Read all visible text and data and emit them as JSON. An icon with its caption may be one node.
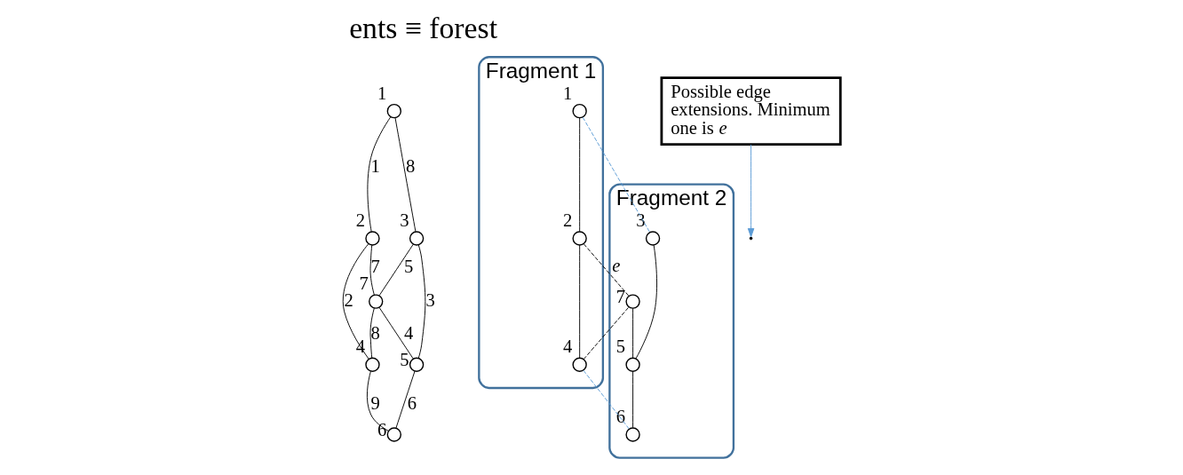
{
  "diagram": {
    "title": "ents ≡ forest",
    "nodes": [
      {
        "text": [],
        "shape": "circle",
        "beside": [
          "1"
        ]
      },
      {
        "text": [],
        "shape": "circle",
        "beside": [
          "2"
        ]
      },
      {
        "text": [],
        "shape": "circle",
        "beside": [
          "3"
        ]
      },
      {
        "text": [],
        "shape": "circle",
        "beside": [
          "7"
        ]
      },
      {
        "text": [],
        "shape": "circle",
        "beside": [
          "4"
        ]
      },
      {
        "text": [],
        "shape": "circle",
        "beside": [
          "5"
        ]
      },
      {
        "text": [],
        "shape": "circle",
        "beside": [
          "6"
        ]
      },
      {
        "text": [
          "Fragment 1"
        ]
      },
      {
        "text": [],
        "shape": "circle",
        "beside": [
          "1"
        ],
        "in": 7
      },
      {
        "text": [],
        "shape": "circle",
        "beside": [
          "2"
        ],
        "in": 7
      },
      {
        "text": [],
        "shape": "circle",
        "beside": [
          "4"
        ],
        "in": 7
      },
      {
        "text": [
          "Fragment 2"
        ]
      },
      {
        "text": [],
        "shape": "circle",
        "beside": [
          "3"
        ],
        "in": 11
      },
      {
        "text": [],
        "shape": "circle",
        "beside": [
          "7"
        ],
        "in": 11
      },
      {
        "text": [],
        "shape": "circle",
        "beside": [
          "5"
        ],
        "in": 11
      },
      {
        "text": [],
        "shape": "circle",
        "beside": [
          "6"
        ],
        "in": 11
      },
      {
        "text": [
          "Possible edge extensions. Minimum one is *e*"
        ]
      }
    ],
    "edges": [
      {
        "from": 0,
        "to": 1,
        "arrow": "none",
        "label": "1"
      },
      {
        "from": 0,
        "to": 2,
        "arrow": "none",
        "label": "8"
      },
      {
        "from": 1,
        "to": 3,
        "arrow": "none",
        "label": "7"
      },
      {
        "from": 3,
        "to": 2,
        "arrow": "none",
        "label": "5"
      },
      {
        "from": 1,
        "to": 4,
        "arrow": "none",
        "label": "2"
      },
      {
        "from": 2,
        "to": 5,
        "arrow": "none",
        "label": "3"
      },
      {
        "from": 4,
        "to": 3,
        "arrow": "none",
        "label": "8"
      },
      {
        "from": 3,
        "to": 5,
        "arrow": "none",
        "label": "4"
      },
      {
        "from": 4,
        "to": 6,
        "arrow": "none",
        "label": "9"
      },
      {
        "from": 5,
        "to": 6,
        "arrow": "none",
        "label": "6"
      },
      {
        "from": 8,
        "to": 9,
        "arrow": "none"
      },
      {
        "from": 8,
        "to": 12,
        "arrow": "none",
        "style": "dashed",
        "color": "#5b9bd5"
      },
      {
        "from": 9,
        "to": 13,
        "arrow": "none",
        "style": "dashed",
        "label": "*e*"
      },
      {
        "from": 9,
        "to": 10,
        "arrow": "none"
      },
      {
        "from": 10,
        "to": 13,
        "arrow": "none",
        "style": "dashed"
      },
      {
        "from": 12,
        "to": 14,
        "arrow": "none"
      },
      {
        "from": 13,
        "to": 14,
        "arrow": "none"
      },
      {
        "from": 10,
        "to": 15,
        "arrow": "none",
        "style": "dashed",
        "color": "#5b9bd5"
      },
      {
        "from": 14,
        "to": 15,
        "arrow": "none"
      },
      {
        "from": 16,
        "to": null,
        "arrow": "to",
        "color": "#5b9bd5"
      }
    ]
  }
}
